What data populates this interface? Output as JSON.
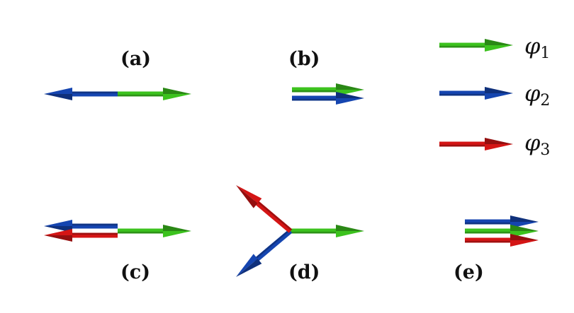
{
  "colors": {
    "phi1": "#3cc21e",
    "phi2": "#1545b0",
    "phi3": "#d41515"
  },
  "panels": {
    "a": "(a)",
    "b": "(b)",
    "c": "(c)",
    "d": "(d)",
    "e": "(e)"
  },
  "legend": [
    {
      "symbol": "φ",
      "subscript": "1",
      "color_key": "phi1"
    },
    {
      "symbol": "φ",
      "subscript": "2",
      "color_key": "phi2"
    },
    {
      "symbol": "φ",
      "subscript": "3",
      "color_key": "phi3"
    }
  ]
}
